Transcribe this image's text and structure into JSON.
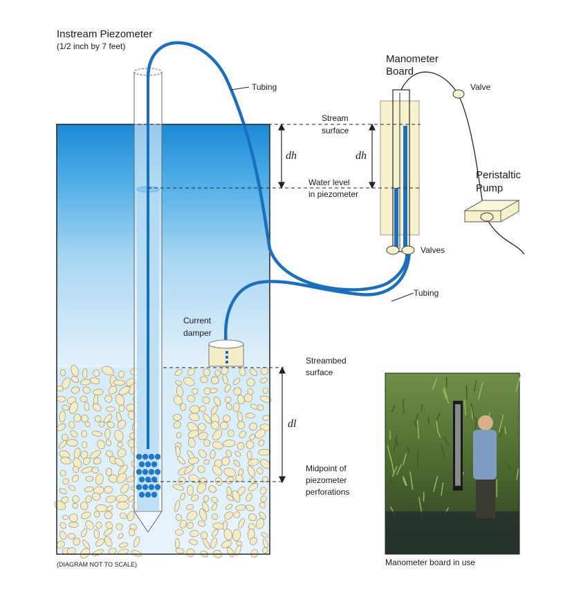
{
  "labels": {
    "piezometer_title": "Instream Piezometer",
    "piezometer_size": "(1/2 inch by 7 feet)",
    "tubing_top": "Tubing",
    "manometer_line1": "Manometer",
    "manometer_line2": "Board",
    "valve_single": "Valve",
    "stream_surface_line1": "Stream",
    "stream_surface_line2": "surface",
    "dh_left": "dh",
    "dh_right": "dh",
    "water_level_line1": "Water level",
    "water_level_line2": "in piezometer",
    "pump_line1": "Peristaltic",
    "pump_line2": "Pump",
    "valves": "Valves",
    "tubing_bottom": "Tubing",
    "damper_line1": "Current",
    "damper_line2": "damper",
    "streambed_line1": "Streambed",
    "streambed_line2": "surface",
    "dl": "dl",
    "midpoint_line1": "Midpoint of",
    "midpoint_line2": "piezometer",
    "midpoint_line3": "perforations",
    "not_to_scale": "(DIAGRAM NOT TO SCALE)",
    "photo_caption": "Manometer board in use"
  },
  "colors": {
    "water_top": "#1e8fd8",
    "water_bottom": "#e9f5fc",
    "tubing": "#1a6fc0",
    "pebble": "#f4ecc6",
    "board": "#f8f2cc",
    "perforation": "#1f78c8"
  }
}
